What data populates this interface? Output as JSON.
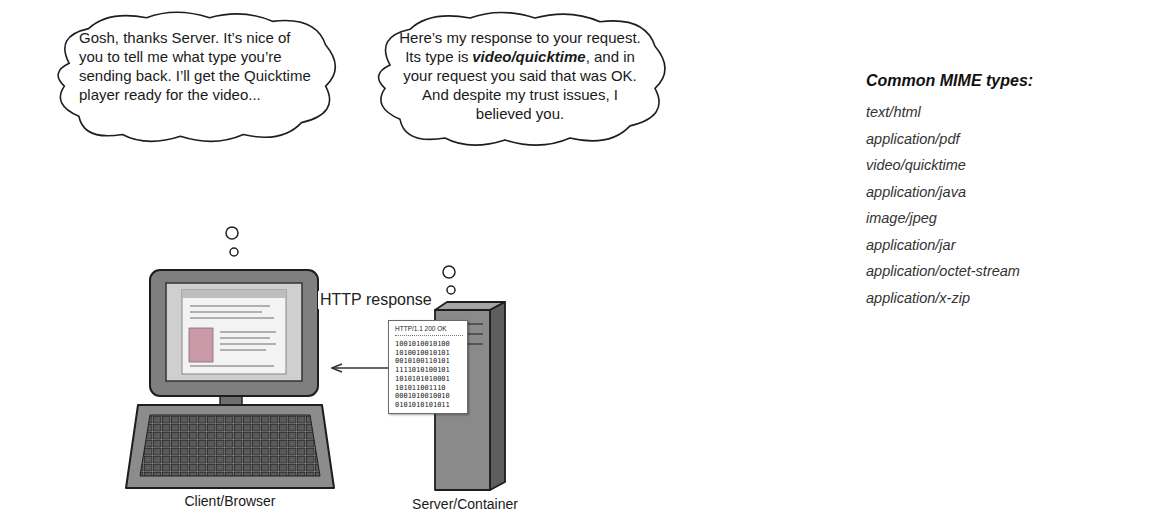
{
  "diagram": {
    "nodes": [
      {
        "text": [
          "Gosh, thanks Server. It’s nice of you to tell me what type you’re sending back. I’ll get the Quicktime player ready for the video..."
        ]
      },
      {
        "text": [
          "Here’s my response to your request. Its type is",
          "video/quicktime",
          ", and in your request you said that was OK. And despite my trust issues, I believed you."
        ]
      },
      {
        "text": [
          "Client/Browser"
        ]
      },
      {
        "text": [
          "Server/Container"
        ]
      },
      {
        "text": [
          "HTTP/1.1 200 OK",
          "1001010010100 1010010010101 0010100110101 1111010100101 1010101010001 101011001110 0001010010010 0101010101011"
        ]
      }
    ],
    "edges": [
      {
        "from": 3,
        "to": 2,
        "arrow": "to",
        "label": "HTTP response"
      }
    ],
    "labels": [
      "Common MIME types:",
      "text/html",
      "application/pdf",
      "video/quicktime",
      "application/java",
      "image/jpeg",
      "application/jar",
      "application/octet-stream",
      "application/x-zip"
    ]
  }
}
